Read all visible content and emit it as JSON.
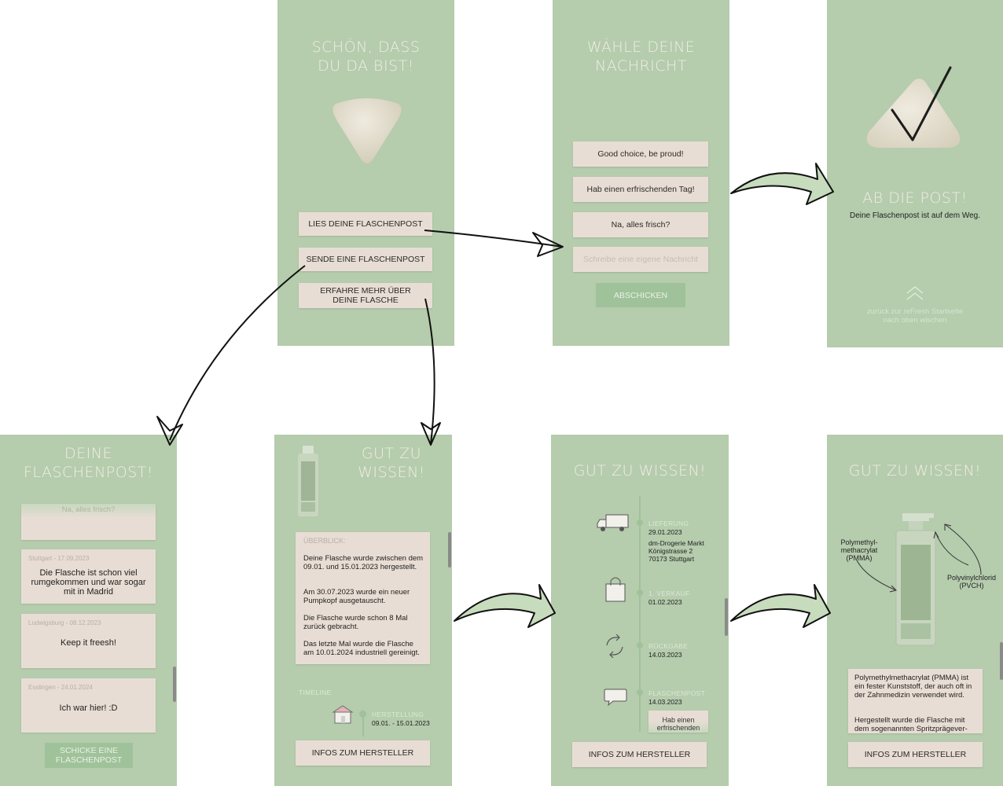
{
  "screen_welcome": {
    "title": "SCHÖN, DASS DU DA BIST!",
    "buttons": [
      "LIES DEINE FLASCHENPOST",
      "SENDE EINE FLASCHENPOST",
      "ERFAHRE MEHR ÜBER DEINE FLASCHE"
    ]
  },
  "screen_choose": {
    "title": "WÄHLE DEINE NACHRICHT",
    "options": [
      "Good choice, be proud!",
      "Hab einen erfrischenden Tag!",
      "Na, alles frisch?"
    ],
    "custom_placeholder": "Schreibe eine eigene Nachricht",
    "send_button": "ABSCHICKEN"
  },
  "screen_sent": {
    "title": "AB DIE POST!",
    "subtitle": "Deine Flaschenpost ist auf dem Weg.",
    "back_hint_line1": "zurück zur reFresh Startseite",
    "back_hint_line2": "nach oben wischen"
  },
  "screen_inbox": {
    "title": "DEINE FLASCHENPOST!",
    "top_message": "Na, alles frisch?",
    "messages": [
      {
        "meta": "Stuttgart - 17.09.2023",
        "text": "Die Flasche ist schon viel rumgekommen und war sogar mit in Madrid"
      },
      {
        "meta": "Ludwigsburg - 08.12.2023",
        "text": "Keep it freesh!"
      },
      {
        "meta": "Esslingen - 24.01.2024",
        "text": "Ich war hier! :D"
      }
    ],
    "send_button": "SCHICKE EINE FLASCHENPOST"
  },
  "screen_info1": {
    "title": "GUT ZU WISSEN!",
    "overview_label": "ÜBERBLICK:",
    "paragraphs": [
      "Deine Flasche wurde zwischen dem 09.01. und 15.01.2023 hergestellt.",
      "Am 30.07.2023 wurde ein neuer Pumpkopf ausgetauscht.",
      "Die Flasche wurde schon 8 Mal zurück gebracht.",
      "Das letzte Mal wurde die Flasche am 10.01.2024 industriell gereinigt."
    ],
    "timeline_label": "TIMELINE",
    "timeline_item_label": "HERSTELLUNG",
    "timeline_item_date": "09.01. - 15.01.2023",
    "manufacturer_button": "INFOS ZUM HERSTELLER"
  },
  "screen_info2": {
    "title": "GUT ZU WISSEN!",
    "events": [
      {
        "label": "LIEFERUNG",
        "date": "29.01.2023",
        "extra": [
          "dm-Drogerie Markt",
          "Königstrasse 2",
          "70173 Stuttgart"
        ],
        "icon": "truck-icon"
      },
      {
        "label": "1. VERKAUF",
        "date": "01.02.2023",
        "extra": [],
        "icon": "shopping-bag-icon"
      },
      {
        "label": "RÜCKGABE",
        "date": "14.03.2023",
        "extra": [],
        "icon": "recycle-icon"
      },
      {
        "label": "FLASCHENPOST",
        "date": "14.03.2023",
        "extra": [],
        "icon": "chat-bubble-icon"
      }
    ],
    "preview_message": "Hab einen erfrischenden",
    "manufacturer_button": "INFOS ZUM HERSTELLER"
  },
  "screen_info3": {
    "title": "GUT ZU WISSEN!",
    "label_left": "Polymethyl-methacrylat (PMMA)",
    "label_right": "Polyvinylchlorid (PVCH)",
    "info_paragraph1": "Polymethylmethacrylat (PMMA) ist ein fester Kunststoff, der auch oft in der Zahnmedizin verwendet wird.",
    "info_paragraph2": "Hergestellt wurde die Flasche mit dem sogenannten Spritzprägever-",
    "manufacturer_button": "INFOS ZUM HERSTELLER"
  },
  "colors": {
    "screen_bg": "#b5ccad",
    "button_bg": "#e8ddd4",
    "accent_green": "#9fc29a",
    "title_text": "#f1eee4"
  }
}
